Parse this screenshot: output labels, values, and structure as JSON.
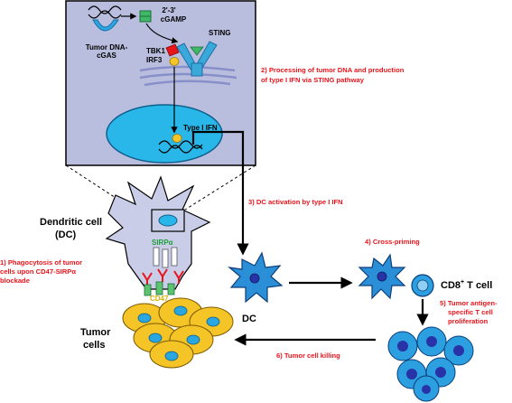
{
  "labels": {
    "tumor_dna_cgas_line1": "Tumor DNA-",
    "tumor_dna_cgas_line2": "cGAS",
    "cgamp_line1": "2'-3'",
    "cgamp_line2": "cGAMP",
    "tbk1": "TBK1",
    "irf3": "IRF3",
    "sting": "STING",
    "type_i_ifn": "Type I IFN",
    "dendritic_cell_line1": "Dendritic cell",
    "dendritic_cell_line2": "(DC)",
    "sirpa": "SIRPα",
    "cd47": "CD47",
    "dc": "DC",
    "cd8_main": "CD8",
    "cd8_sup": "+",
    "cd8_tail": " T cell",
    "tumor_cells_line1": "Tumor",
    "tumor_cells_line2": "cells"
  },
  "steps": {
    "step1": [
      "1) Phagocytosis of tumor",
      "cells upon CD47-SIRPα",
      "blockade"
    ],
    "step2": [
      "2) Processing of tumor DNA and production",
      "of type I IFN via STING pathway"
    ],
    "step3": [
      "3) DC activation by type I IFN"
    ],
    "step4": [
      "4) Cross-priming"
    ],
    "step5": [
      "5) Tumor antigen-",
      "specific T cell",
      "proliferation"
    ],
    "step6": [
      "6) Tumor cell killing"
    ]
  },
  "colors": {
    "step_text": "#e8141b",
    "inset_bg": "#b9bedf",
    "nucleus": "#29b6e8",
    "sting": "#3aa8d8",
    "tumor_cell": "#f5c426",
    "tumor_nucleus": "#2aa6e0",
    "t_cell": "#2b9fe0",
    "t_nucleus": "#2833a8",
    "dc_star": "#2b8fd8",
    "sirpa_label": "#1f9e3a"
  }
}
